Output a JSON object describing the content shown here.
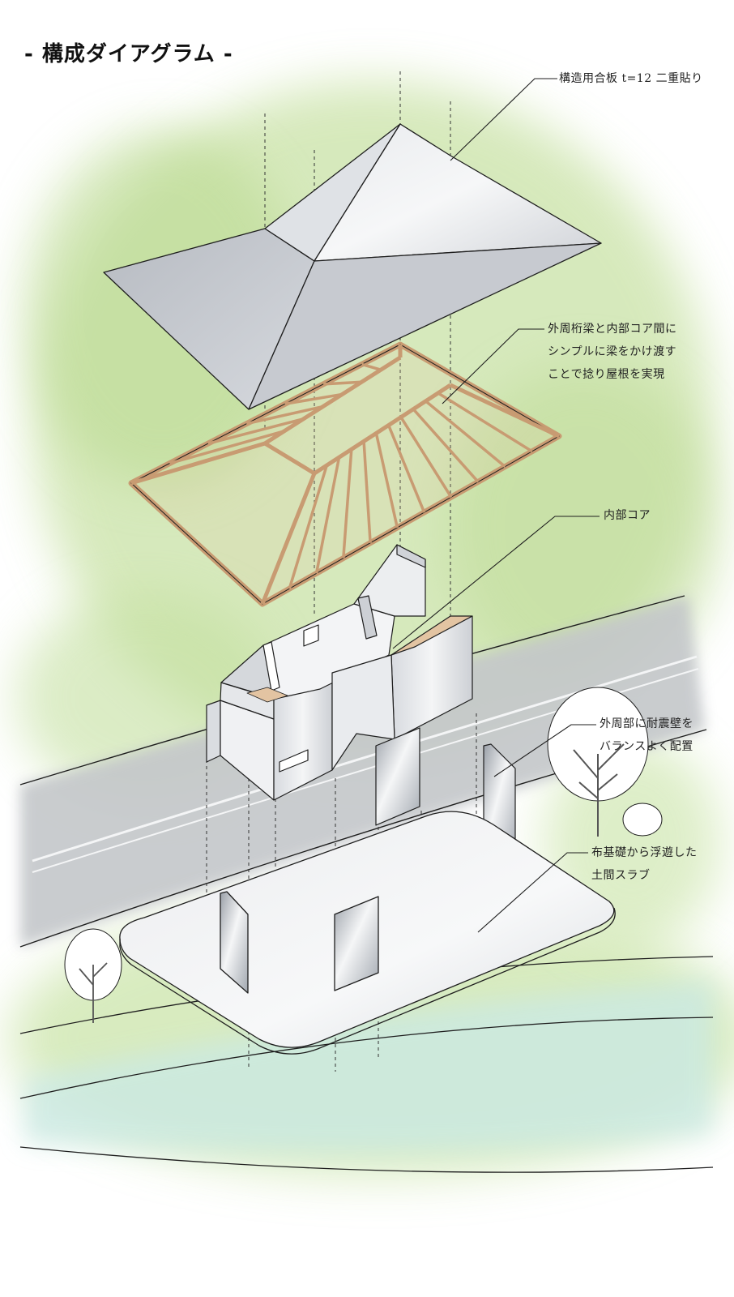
{
  "title": "- 構成ダイアグラム -",
  "annotations": {
    "roof_panel": [
      "構造用合板 t=12 二重貼り"
    ],
    "roof_frame": [
      "外周桁梁と内部コア間に",
      "シンプルに梁をかけ渡す",
      "ことで捻り屋根を実現"
    ],
    "inner_core": [
      "内部コア"
    ],
    "shear_walls": [
      "外周部に耐震壁を",
      "バランスよく配置"
    ],
    "slab": [
      "布基礎から浮遊した",
      "土間スラブ"
    ]
  },
  "colors": {
    "greenery": "#c9e2a6",
    "road": "#c4c7ca",
    "river": "#cbe9e3",
    "roof": "#c9ccd2",
    "timber": "#e3c4a2",
    "wall": "#e3e5e8",
    "line": "#1e1e1e"
  }
}
